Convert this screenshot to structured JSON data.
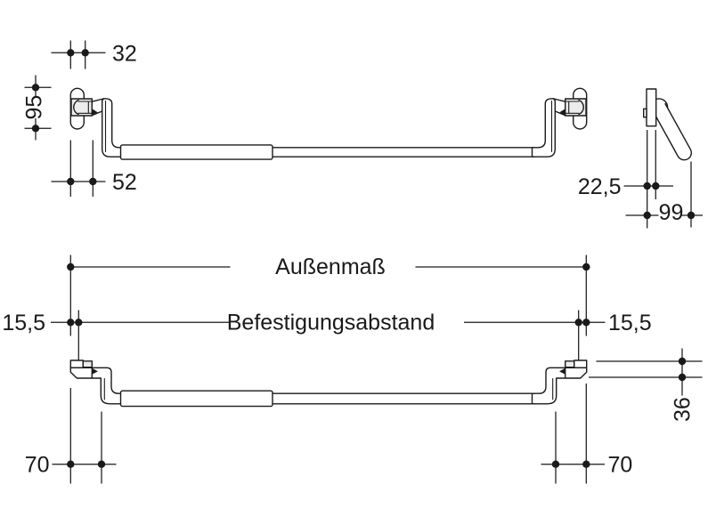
{
  "drawing": {
    "type": "technical-dimension-drawing",
    "views": {
      "top_view": {
        "dims": {
          "plate_width": "32",
          "plate_height": "95",
          "arm_offset": "52"
        }
      },
      "side_view": {
        "dims": {
          "plate_offset": "22,5",
          "reach": "99"
        }
      },
      "front_view": {
        "outer_label": "Außenmaß",
        "fastening_label": "Befestigungsabstand",
        "edge_left": "15,5",
        "edge_right": "15,5",
        "spacing_left": "70",
        "spacing_right": "70",
        "bracket_height": "36"
      }
    },
    "colors": {
      "line": "#1a1a1a",
      "shade": "#ececec",
      "background": "#ffffff"
    }
  }
}
